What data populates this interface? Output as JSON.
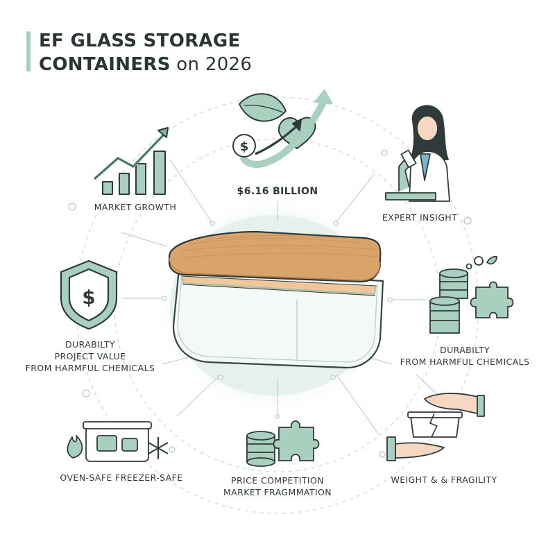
{
  "title": {
    "line1": "EF GLASS STORAGE",
    "line2_bold": "CONTAINERS",
    "line2_tail": " on 2026"
  },
  "center": {
    "value": "$6.16 BILLION"
  },
  "nodes": {
    "market_growth": "MARKET GROWTH",
    "expert_insight": "EXPERT INSIGHT",
    "left_mid": [
      "DURABILTY",
      "PROJECT VALUE",
      "FROM HARMFUL CHEMICALS"
    ],
    "right_mid": [
      "DURABILTY",
      "FROM HARMFUL CHEMICALS"
    ],
    "oven_safe": "OVEN-SAFE FREEZER-SAFE",
    "price": [
      "PRICE COMPETITION",
      "MARKET FRAGMMATION"
    ],
    "weight": "WEIGHT & & FRAGILITY"
  },
  "colors": {
    "sage": "#a9cfbf",
    "sage_dark": "#7fb4a0",
    "outline": "#2f3a3a",
    "wood": "#d9a46c",
    "glow": "#e6f1ec"
  },
  "icons": [
    "growth-chart-icon",
    "money-leaf-arrow-icon",
    "scientist-microscope-icon",
    "shield-dollar-icon",
    "coins-puzzle-icon",
    "container-flame-snowflake-icon",
    "glass-container-icon",
    "coins-puzzle-icon-2",
    "broken-container-hands-icon"
  ]
}
